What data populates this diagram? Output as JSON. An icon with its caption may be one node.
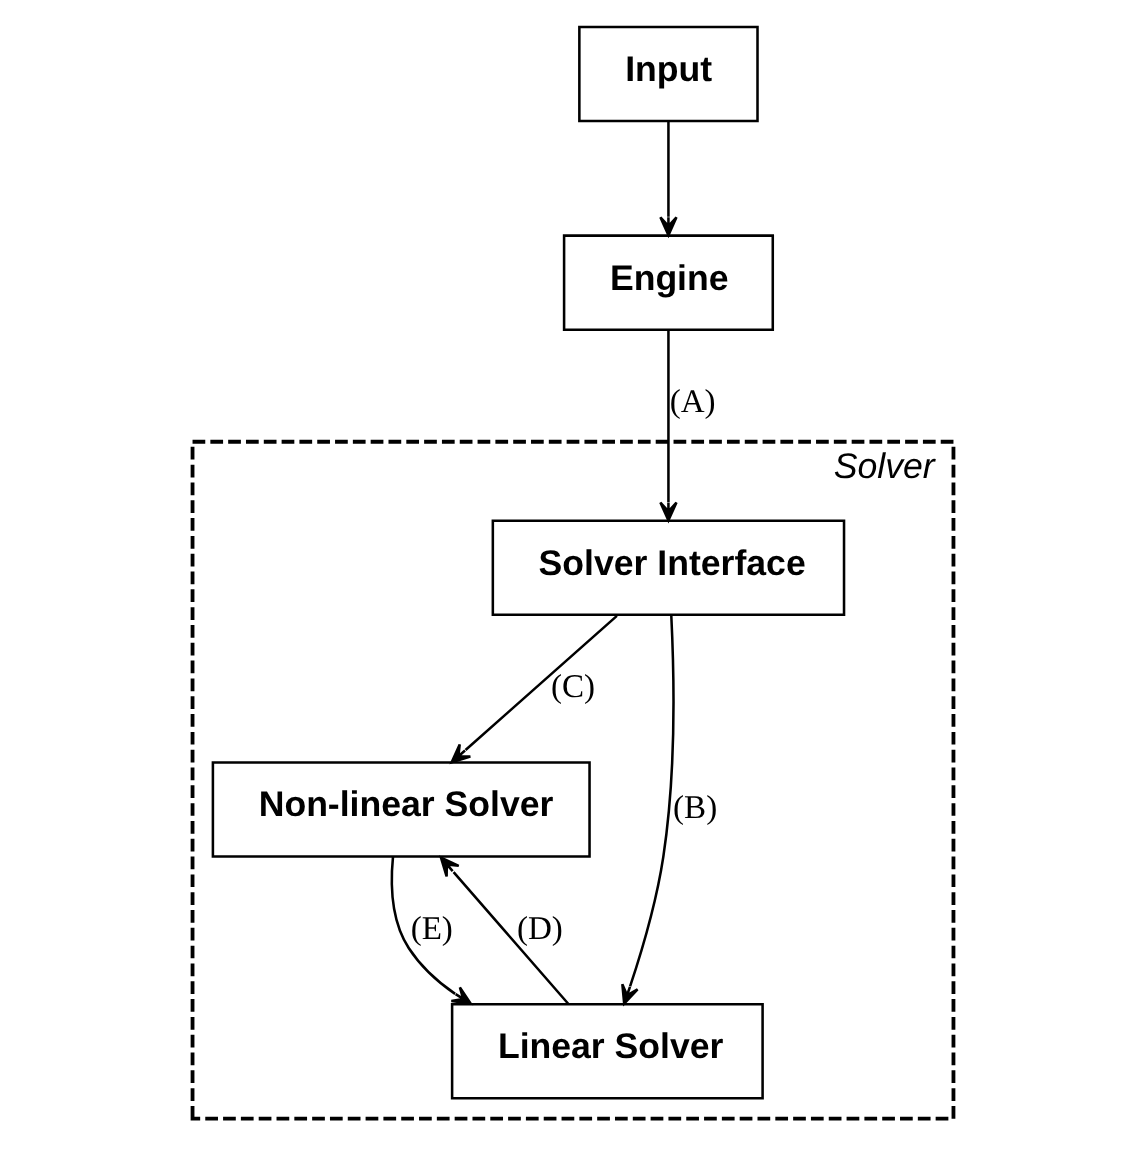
{
  "diagram": {
    "nodes": [
      {
        "text": [
          "Input"
        ]
      },
      {
        "text": [
          "Engine"
        ]
      },
      {
        "text": [
          "Solver"
        ]
      },
      {
        "text": [
          "Solver Interface"
        ],
        "in": 2
      },
      {
        "text": [
          "Non-linear Solver"
        ],
        "in": 2
      },
      {
        "text": [
          "Linear Solver"
        ],
        "in": 2
      }
    ],
    "edges": [
      {
        "from": 0,
        "to": 1,
        "arrow": "to"
      },
      {
        "from": 1,
        "to": 3,
        "arrow": "to",
        "label": "(A)"
      },
      {
        "from": 3,
        "to": 5,
        "arrow": "to",
        "label": "(B)"
      },
      {
        "from": 3,
        "to": 4,
        "arrow": "to",
        "label": "(C)"
      },
      {
        "from": 5,
        "to": 4,
        "arrow": "to",
        "label": "(D)"
      },
      {
        "from": 4,
        "to": 5,
        "arrow": "to",
        "label": "(E)"
      }
    ]
  }
}
